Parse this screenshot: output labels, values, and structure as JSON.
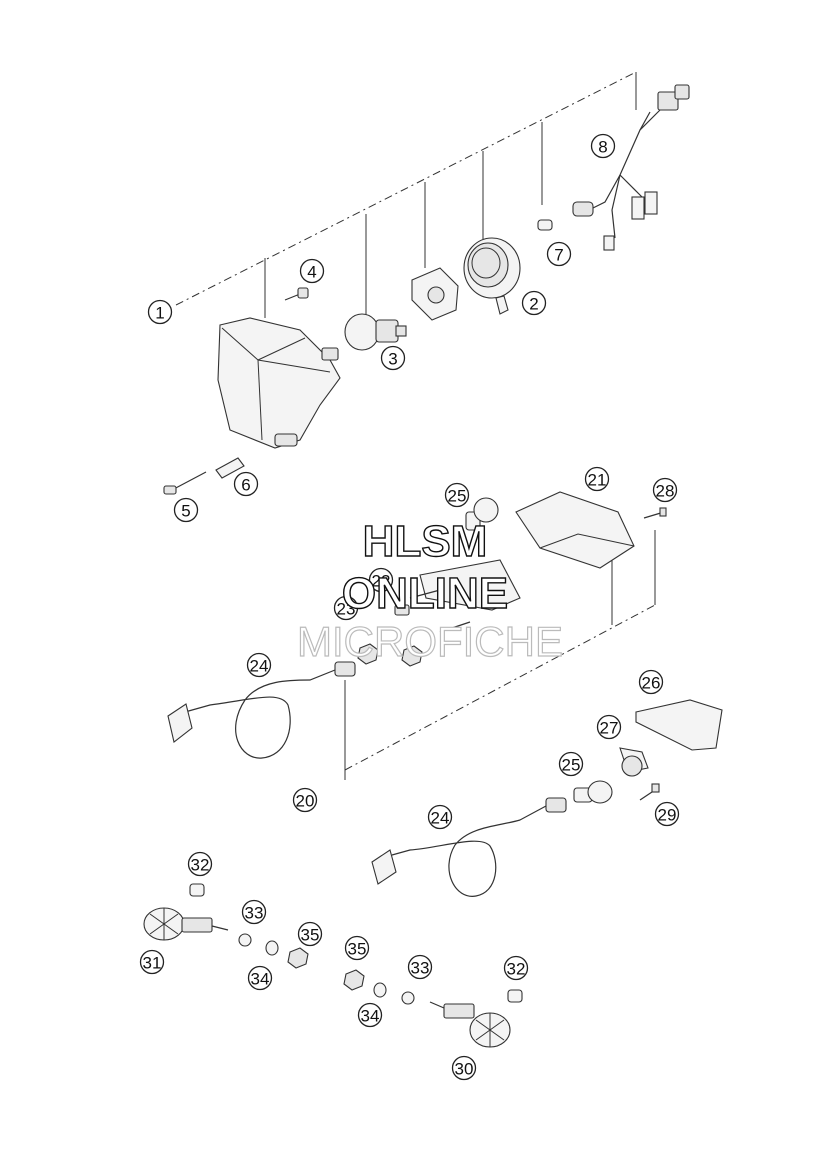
{
  "callouts": [
    "1",
    "2",
    "3",
    "4",
    "5",
    "6",
    "7",
    "8",
    "20",
    "21",
    "22",
    "23",
    "24",
    "24",
    "25",
    "25",
    "26",
    "27",
    "28",
    "29",
    "30",
    "31",
    "32",
    "32",
    "33",
    "33",
    "34",
    "34",
    "35",
    "35"
  ],
  "watermark": {
    "line1": "HLSM",
    "line2": "ONLINE",
    "line3": "MICROFICHE"
  }
}
